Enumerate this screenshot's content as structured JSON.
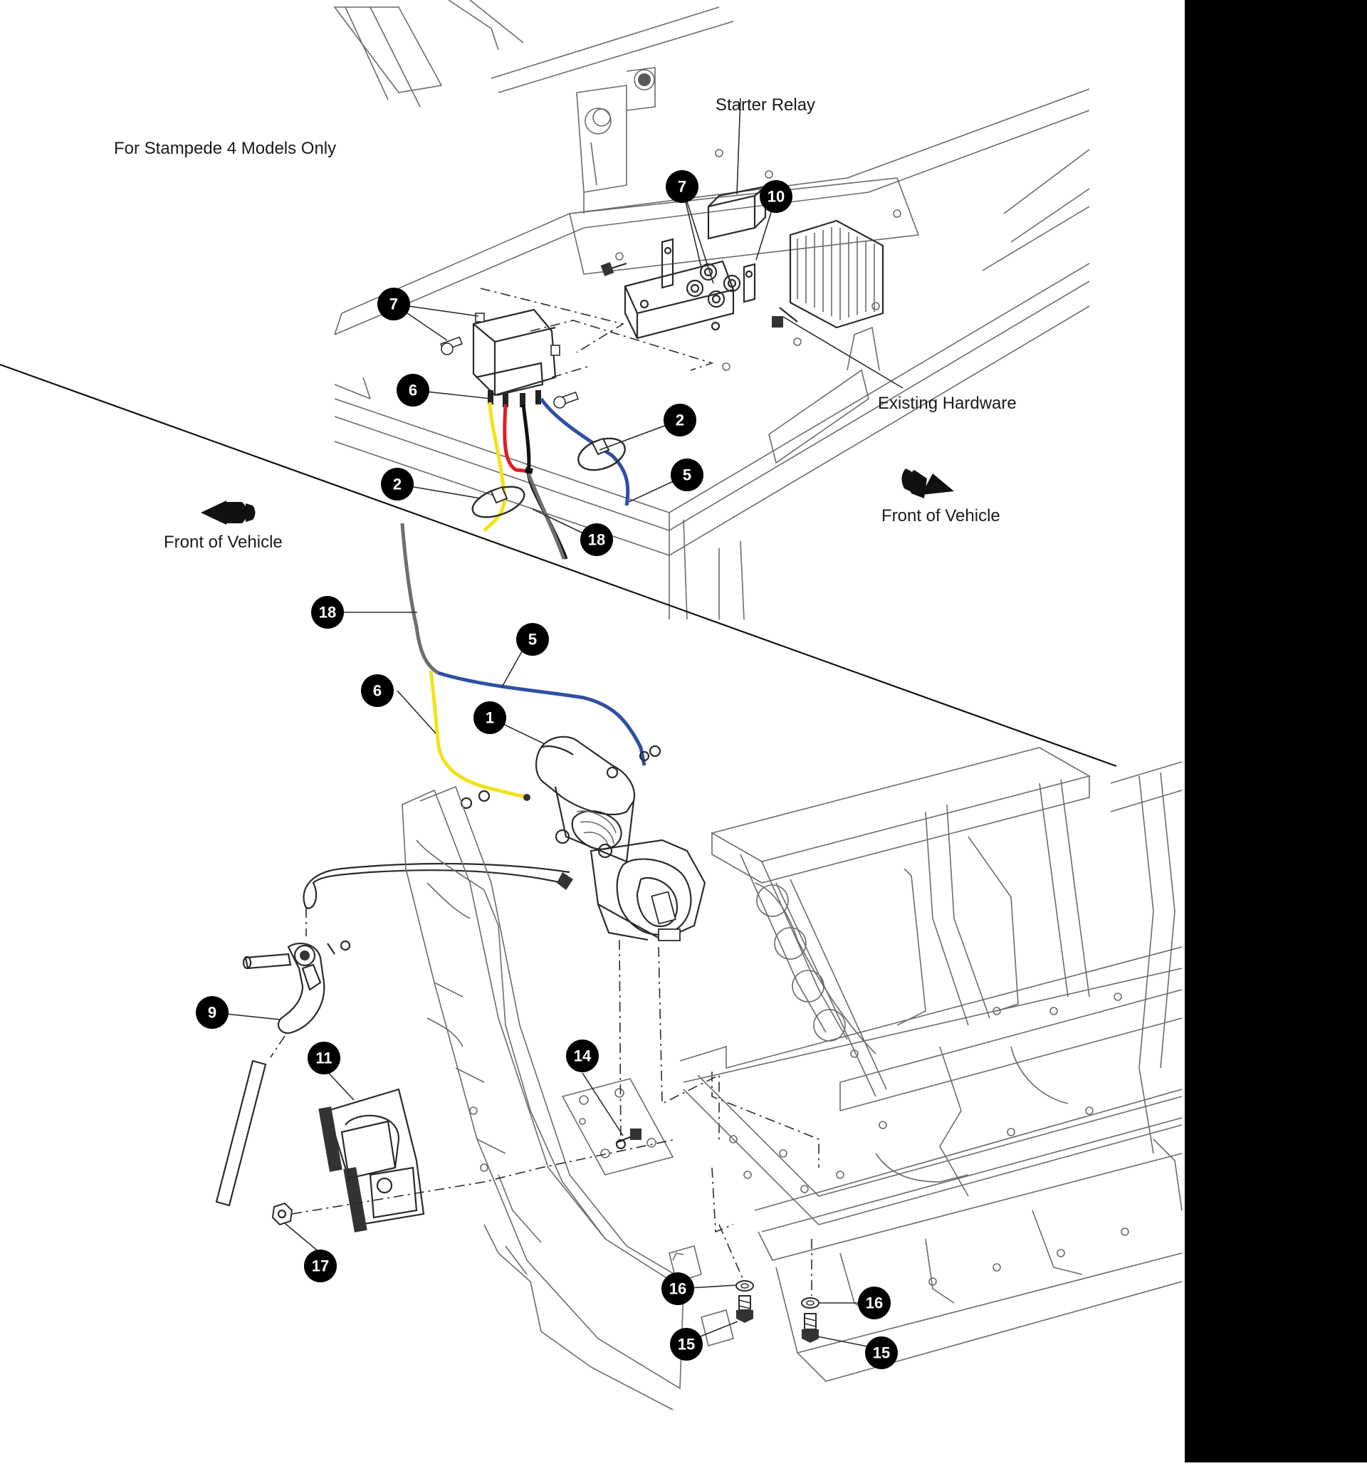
{
  "labels": {
    "models_note": "For Stampede 4 Models Only",
    "starter_relay": "Starter Relay",
    "existing_hardware": "Existing Hardware",
    "front_vehicle_left": "Front of Vehicle",
    "front_vehicle_right": "Front of Vehicle"
  },
  "callouts": [
    "7",
    "10",
    "7",
    "6",
    "2",
    "5",
    "2",
    "18",
    "18",
    "5",
    "6",
    "1",
    "9",
    "11",
    "14",
    "17",
    "16",
    "15",
    "16",
    "15"
  ],
  "colors": {
    "wire_yellow": "#f2e21a",
    "wire_red": "#e21b23",
    "wire_blue": "#2f4fa3",
    "wire_black": "#111111",
    "wire_gray": "#6e6e6e",
    "margin": "#000000"
  }
}
